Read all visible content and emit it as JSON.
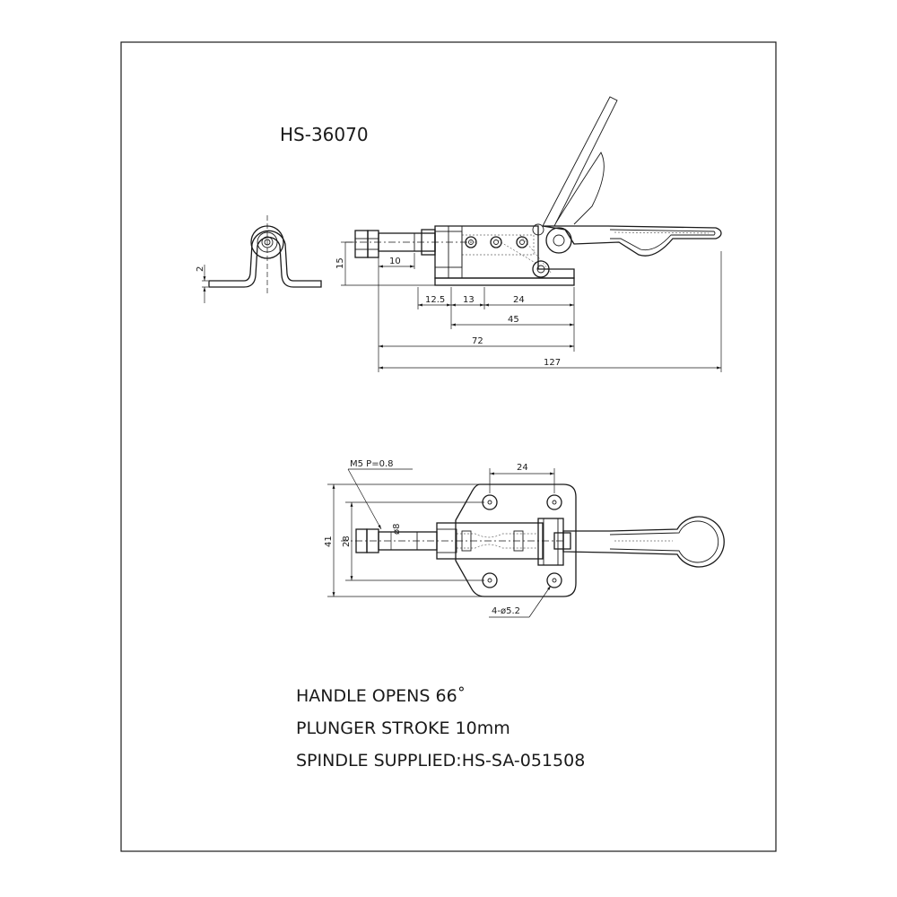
{
  "drawing": {
    "model": "HS-36070",
    "notes": [
      "HANDLE OPENS 66˚",
      "PLUNGER STROKE 10mm",
      "SPINDLE SUPPLIED:HS-SA-051508"
    ]
  },
  "side_view": {
    "dimensions": {
      "bracket_thickness": "2",
      "height": "15",
      "plunger": "10",
      "seg1": "12.5",
      "seg2": "13",
      "seg3": "24",
      "base": "45",
      "body": "72",
      "overall": "127"
    }
  },
  "top_view": {
    "thread": "M5  P=0.8",
    "dimensions": {
      "hole_spacing": "24",
      "width": "41",
      "inner_width": "28",
      "plunger_dia": "ø8",
      "holes": "4-ø5.2"
    }
  }
}
